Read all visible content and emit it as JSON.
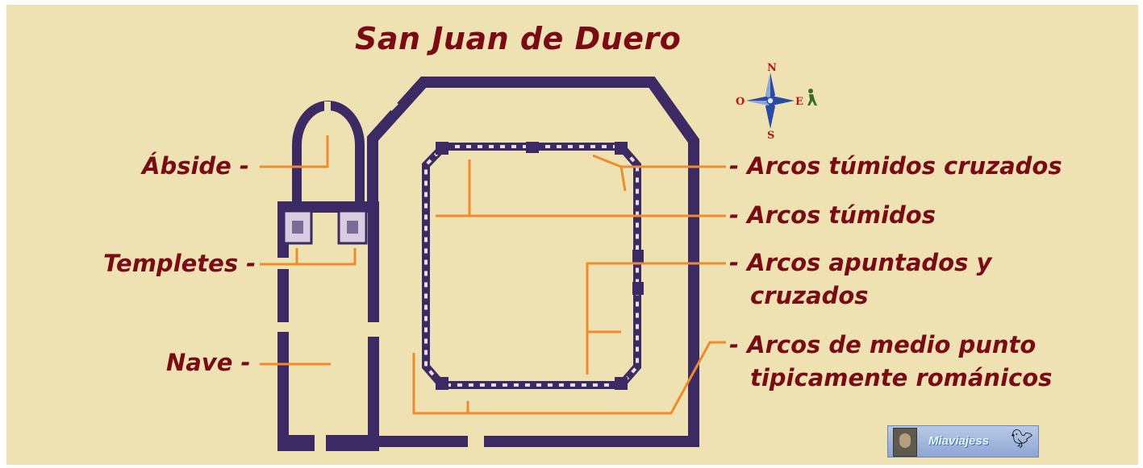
{
  "title": "San Juan de Duero",
  "labels_left": {
    "abside": "Ábside -",
    "templetes": "Templetes -",
    "nave": "Nave -"
  },
  "labels_right": {
    "arcos_tumidos_cruzados": "- Arcos túmidos cruzados",
    "arcos_tumidos": "- Arcos túmidos",
    "arcos_apuntados_line1": "- Arcos apuntados y",
    "arcos_apuntados_line2": "cruzados",
    "arcos_medio_punto_line1": "- Arcos de medio punto",
    "arcos_medio_punto_line2": "tipicamente románicos"
  },
  "compass": {
    "north": "N",
    "south": "S",
    "east": "E",
    "west": "O"
  },
  "badge": {
    "name": "Miaviajess"
  },
  "colors": {
    "background": "#efe2b2",
    "label_text": "#7a0a14",
    "leader_lines": "#f08a2a",
    "walls": "#3b2a63"
  }
}
